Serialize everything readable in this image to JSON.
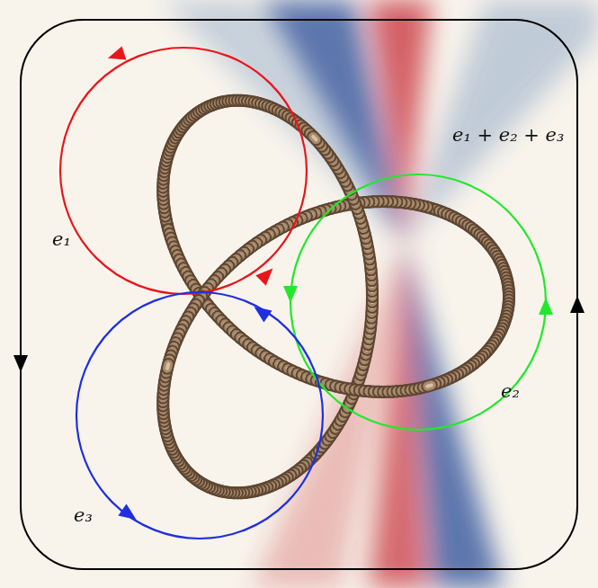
{
  "diagram": {
    "labels": [
      "e₁",
      "e₂",
      "e₃",
      "e₁ + e₂ + e₃"
    ]
  }
}
